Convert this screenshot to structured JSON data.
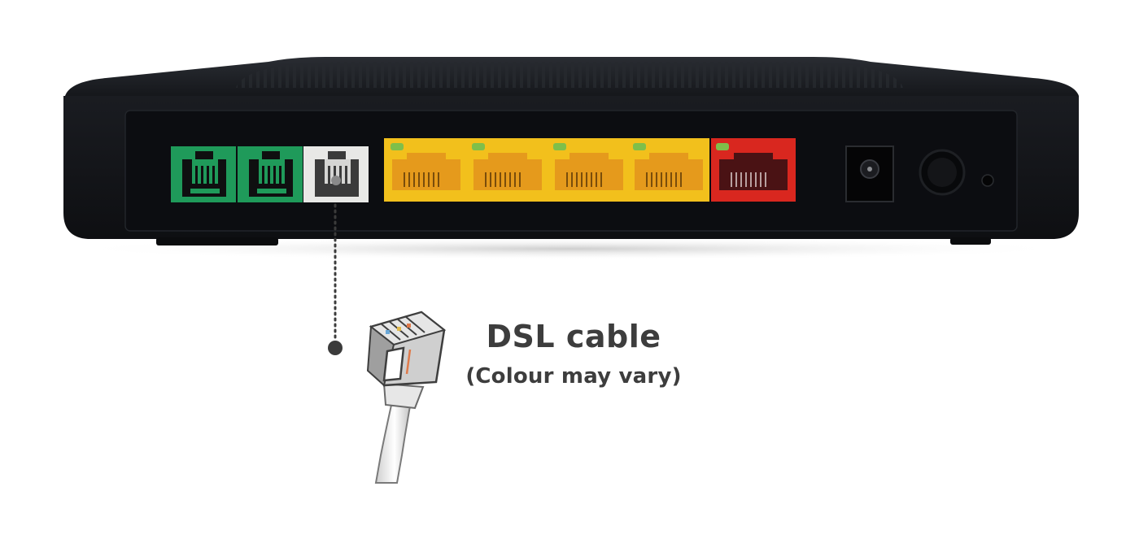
{
  "annotation": {
    "title": "DSL cable",
    "subtitle": "(Colour may vary)"
  },
  "colors": {
    "router_body": "#121419",
    "router_panel": "#0c0d11",
    "port_phone": "#1f9a5a",
    "port_dsl": "#e8e8e6",
    "port_lan": "#f2c01c",
    "port_wan": "#d9271f",
    "led_green": "#7fbf4a",
    "caption_text": "#3d3d3d"
  },
  "router": {
    "ports": [
      {
        "type": "phone",
        "icon": "rj11-port-icon",
        "color": "#1f9a5a"
      },
      {
        "type": "phone",
        "icon": "rj11-port-icon",
        "color": "#1f9a5a"
      },
      {
        "type": "dsl",
        "icon": "rj11-port-icon",
        "color": "#e8e8e6"
      },
      {
        "type": "lan",
        "icon": "rj45-port-icon",
        "color": "#f2c01c"
      },
      {
        "type": "lan",
        "icon": "rj45-port-icon",
        "color": "#f2c01c"
      },
      {
        "type": "lan",
        "icon": "rj45-port-icon",
        "color": "#f2c01c"
      },
      {
        "type": "lan",
        "icon": "rj45-port-icon",
        "color": "#f2c01c"
      },
      {
        "type": "wan",
        "icon": "rj45-port-icon",
        "color": "#d9271f"
      }
    ],
    "extras": [
      "power-jack-icon",
      "power-button-icon",
      "reset-hole-icon"
    ]
  },
  "cable": {
    "icon": "rj11-plug-icon"
  }
}
